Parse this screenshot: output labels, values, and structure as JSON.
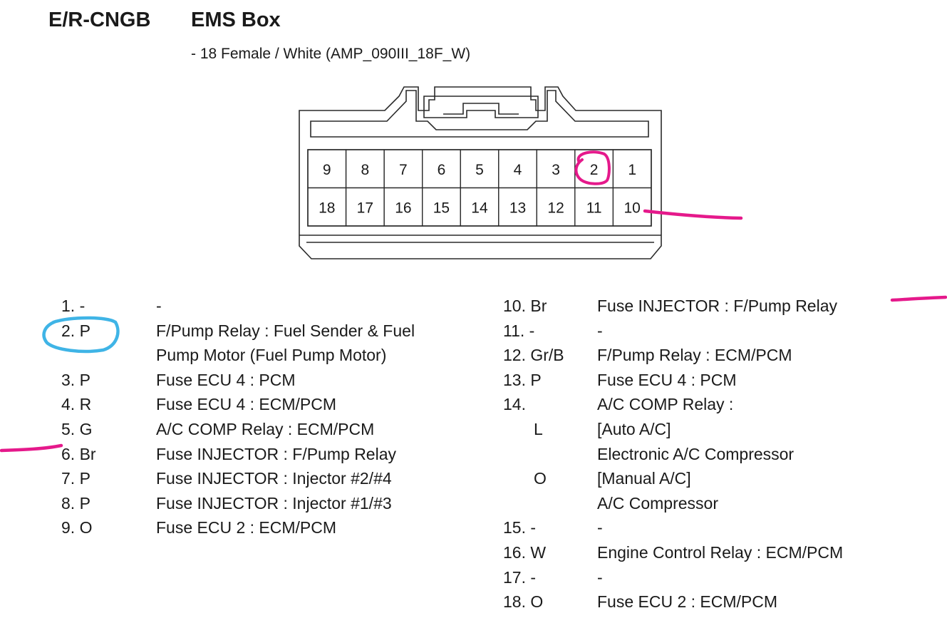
{
  "header": {
    "code": "E/R-CNGB",
    "name": "EMS Box",
    "subtitle": "- 18 Female / White (AMP_090III_18F_W)"
  },
  "connector": {
    "top_row": [
      "9",
      "8",
      "7",
      "6",
      "5",
      "4",
      "3",
      "2",
      "1"
    ],
    "bottom_row": [
      "18",
      "17",
      "16",
      "15",
      "14",
      "13",
      "12",
      "11",
      "10"
    ]
  },
  "annotations": {
    "magenta": "#e5198b",
    "cyan": "#3fb4e6"
  },
  "pins_left": [
    {
      "pin": "1. -",
      "desc": "-"
    },
    {
      "pin": "2. P",
      "desc": "F/Pump Relay : Fuel Sender & Fuel"
    },
    {
      "pin": "",
      "desc": "Pump Motor (Fuel Pump Motor)"
    },
    {
      "pin": "3. P",
      "desc": "Fuse ECU 4 : PCM"
    },
    {
      "pin": "4. R",
      "desc": "Fuse ECU 4 : ECM/PCM"
    },
    {
      "pin": "5. G",
      "desc": "A/C COMP Relay : ECM/PCM"
    },
    {
      "pin": "6. Br",
      "desc": "Fuse INJECTOR : F/Pump Relay"
    },
    {
      "pin": "7. P",
      "desc": "Fuse INJECTOR : Injector #2/#4"
    },
    {
      "pin": "8. P",
      "desc": "Fuse INJECTOR : Injector #1/#3"
    },
    {
      "pin": "9. O",
      "desc": "Fuse ECU 2 : ECM/PCM"
    }
  ],
  "pins_right": [
    {
      "pin": "10. Br",
      "desc": "Fuse INJECTOR : F/Pump Relay"
    },
    {
      "pin": "11. -",
      "desc": "-"
    },
    {
      "pin": "12. Gr/B",
      "desc": "F/Pump Relay : ECM/PCM"
    },
    {
      "pin": "13. P",
      "desc": "Fuse ECU 4 : PCM"
    },
    {
      "pin": "14.",
      "desc": "A/C COMP Relay :"
    },
    {
      "pin": "L",
      "desc": "[Auto A/C]",
      "sub": true
    },
    {
      "pin": "",
      "desc": "Electronic A/C Compressor"
    },
    {
      "pin": "O",
      "desc": "[Manual A/C]",
      "sub": true
    },
    {
      "pin": "",
      "desc": "A/C Compressor"
    },
    {
      "pin": "15. -",
      "desc": "-"
    },
    {
      "pin": "16. W",
      "desc": "Engine Control Relay : ECM/PCM"
    },
    {
      "pin": "17. -",
      "desc": "-"
    },
    {
      "pin": "18. O",
      "desc": "Fuse ECU 2 : ECM/PCM"
    }
  ]
}
